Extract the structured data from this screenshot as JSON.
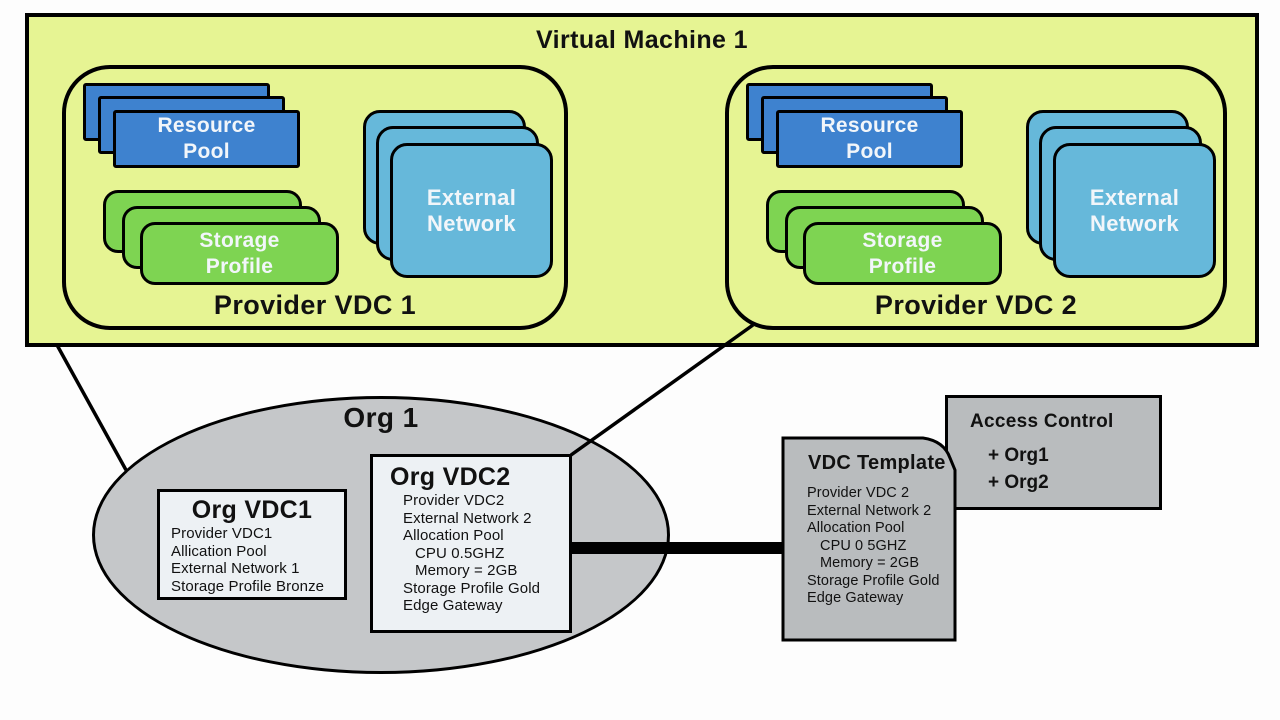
{
  "diagram": {
    "vm_box": {
      "title": "Virtual Machine 1"
    },
    "provider_vdc_1": {
      "label": "Provider VDC 1",
      "resource_pool_label": "Resource Pool",
      "storage_profile_label": "Storage Profile",
      "external_network_label": "External Network"
    },
    "provider_vdc_2": {
      "label": "Provider VDC 2",
      "resource_pool_label": "Resource Pool",
      "storage_profile_label": "Storage Profile",
      "external_network_label": "External Network"
    },
    "org1": {
      "title": "Org 1",
      "org_vdc1": {
        "title": "Org VDC1",
        "lines": [
          "Provider VDC1",
          "Allication Pool",
          "External Network 1",
          "Storage Profile Bronze"
        ]
      },
      "org_vdc2": {
        "title": "Org VDC2",
        "lines": [
          "Provider VDC2",
          "External Network 2",
          "Allocation Pool",
          "CPU 0.5GHZ",
          "Memory = 2GB",
          "Storage Profile Gold",
          "Edge Gateway"
        ]
      }
    },
    "vdc_template": {
      "title": "VDC Template",
      "lines": [
        "Provider VDC 2",
        "External Network 2",
        "Allocation Pool",
        "CPU 0 5GHZ",
        "Memory = 2GB",
        "Storage Profile Gold",
        "Edge Gateway"
      ]
    },
    "access_control": {
      "title": "Access Control",
      "entries": [
        "+ Org1",
        "+ Org2"
      ]
    }
  },
  "colors": {
    "vm_fill": "#e6f493",
    "resource_pool_blue": "#3e82cf",
    "storage_profile_green": "#7ed452",
    "external_network_blue": "#66b8da",
    "org_ellipse_gray": "#c5c7c9",
    "panel_gray": "#b9bcbe",
    "vdc_box_fill": "#edf1f4",
    "outline_black": "#000000"
  }
}
